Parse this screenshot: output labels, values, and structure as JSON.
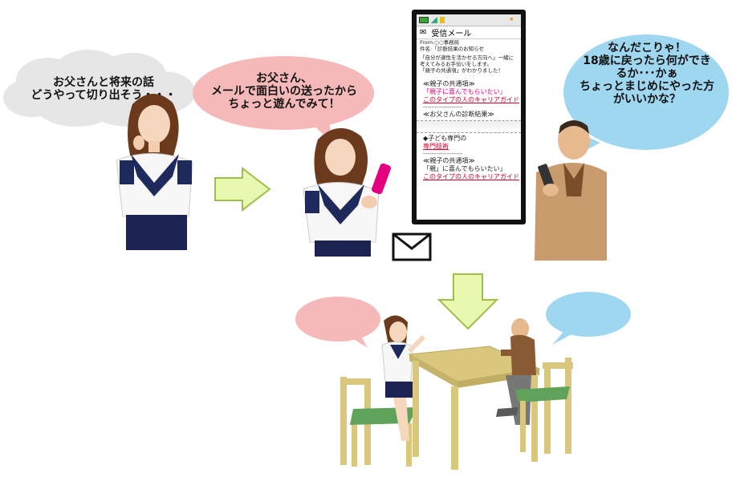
{
  "thought_bubble": {
    "lines": [
      "お父さんと将来の話",
      "どうやって切り出そう・・・"
    ]
  },
  "daughter_speech": {
    "lines": [
      "お父さん、",
      "メールで面白いの送ったから",
      "ちょっと遊んでみて！"
    ]
  },
  "father_speech": {
    "lines": [
      "なんだこりゃ！",
      "18歳に戻ったら何ができ",
      "るか･･･かぁ",
      "ちょっとまじめにやった方",
      "がいいかな？"
    ]
  },
  "phone_screen": {
    "status_icons": [
      "battery-icon",
      "signal-icon",
      "network-icon"
    ],
    "title": "受信メール",
    "from": "From:○○事務局",
    "subject": "件名:「診断結果のお知らせ",
    "body": [
      "「自分が適性を活かせる方向へ」一緒に",
      "考えてみるお手伝いをします。",
      "「親子の共通項」がわかりました！"
    ],
    "section1_label": "≪親子の共通項≫",
    "section1_pink": "「親子に喜んでもらいたい」",
    "section1_red": "このタイプの人のキャリアガイド",
    "section2_label": "≪お父さんの診断結果≫",
    "section3_label": "◆子ども専門の",
    "section3_red": "専門技術",
    "section4_label": "≪親子の共通項≫",
    "section4_pink": "「親」に喜んでもらいたい」",
    "section4_red": "このタイプの人のキャリアガイド"
  },
  "colors": {
    "thought_bubble": "#e6e6e6",
    "daughter_bubble": "#f5b9b9",
    "father_bubble": "#9fd6f0",
    "arrow_fill": "#e8f8b0",
    "arrow_stroke": "#9cbf4a",
    "table": "#d8c77d",
    "chair_seat": "#5fa35a"
  }
}
